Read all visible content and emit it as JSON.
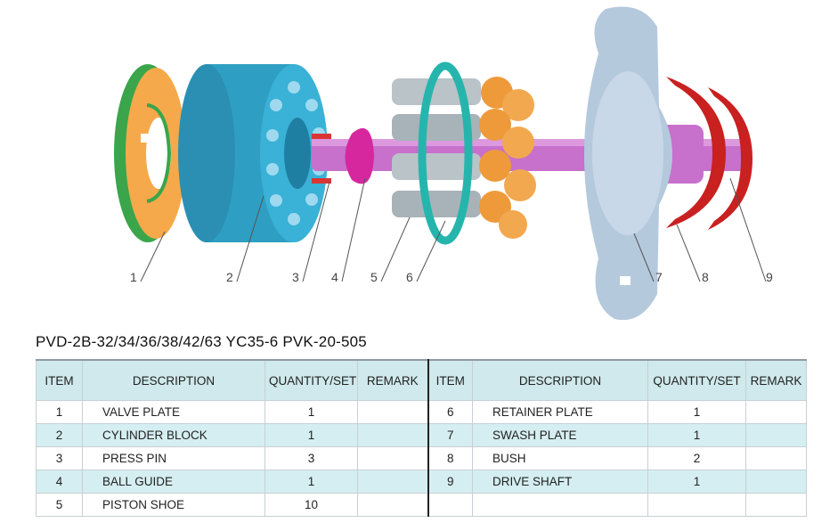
{
  "callouts": [
    {
      "label": "1"
    },
    {
      "label": "2"
    },
    {
      "label": "3"
    },
    {
      "label": "4"
    },
    {
      "label": "5"
    },
    {
      "label": "6"
    },
    {
      "label": "7"
    },
    {
      "label": "8"
    },
    {
      "label": "9"
    }
  ],
  "colors": {
    "valve_plate_orange": "#f5a94a",
    "valve_plate_green": "#3aa54b",
    "cylinder_block": "#2e9fc2",
    "pin_red": "#d93535",
    "ball_guide_magenta": "#d6279e",
    "shaft_violet": "#c770cc",
    "piston_grey": "#b9c3c8",
    "shoe_orange": "#ee9a3a",
    "retainer_teal": "#26b5ad",
    "swash_blue": "#b5c9dd",
    "bush_red": "#c92020",
    "table_header_bg": "#cfe9ec",
    "table_row_alt_bg": "#d5eef1"
  },
  "title": "PVD-2B-32/34/36/38/42/63 YC35-6  PVK-20-505",
  "table": {
    "headers": [
      "ITEM",
      "DESCRIPTION",
      "QUANTITY/SET",
      "REMARK",
      "ITEM",
      "DESCRIPTION",
      "QUANTITY/SET",
      "REMARK"
    ],
    "rows": [
      {
        "item_a": "1",
        "desc_a": "VALVE PLATE",
        "qty_a": "1",
        "remark_a": "",
        "item_b": "6",
        "desc_b": "RETAINER  PLATE",
        "qty_b": "1",
        "remark_b": ""
      },
      {
        "item_a": "2",
        "desc_a": "CYLINDER BLOCK",
        "qty_a": "1",
        "remark_a": "",
        "item_b": "7",
        "desc_b": "SWASH  PLATE",
        "qty_b": "1",
        "remark_b": ""
      },
      {
        "item_a": "3",
        "desc_a": "PRESS PIN",
        "qty_a": "3",
        "remark_a": "",
        "item_b": "8",
        "desc_b": "BUSH",
        "qty_b": "2",
        "remark_b": ""
      },
      {
        "item_a": "4",
        "desc_a": "BALL GUIDE",
        "qty_a": "1",
        "remark_a": "",
        "item_b": "9",
        "desc_b": "DRIVE  SHAFT",
        "qty_b": "1",
        "remark_b": ""
      },
      {
        "item_a": "5",
        "desc_a": "PISTON SHOE",
        "qty_a": "10",
        "remark_a": "",
        "item_b": "",
        "desc_b": "",
        "qty_b": "",
        "remark_b": ""
      }
    ]
  }
}
